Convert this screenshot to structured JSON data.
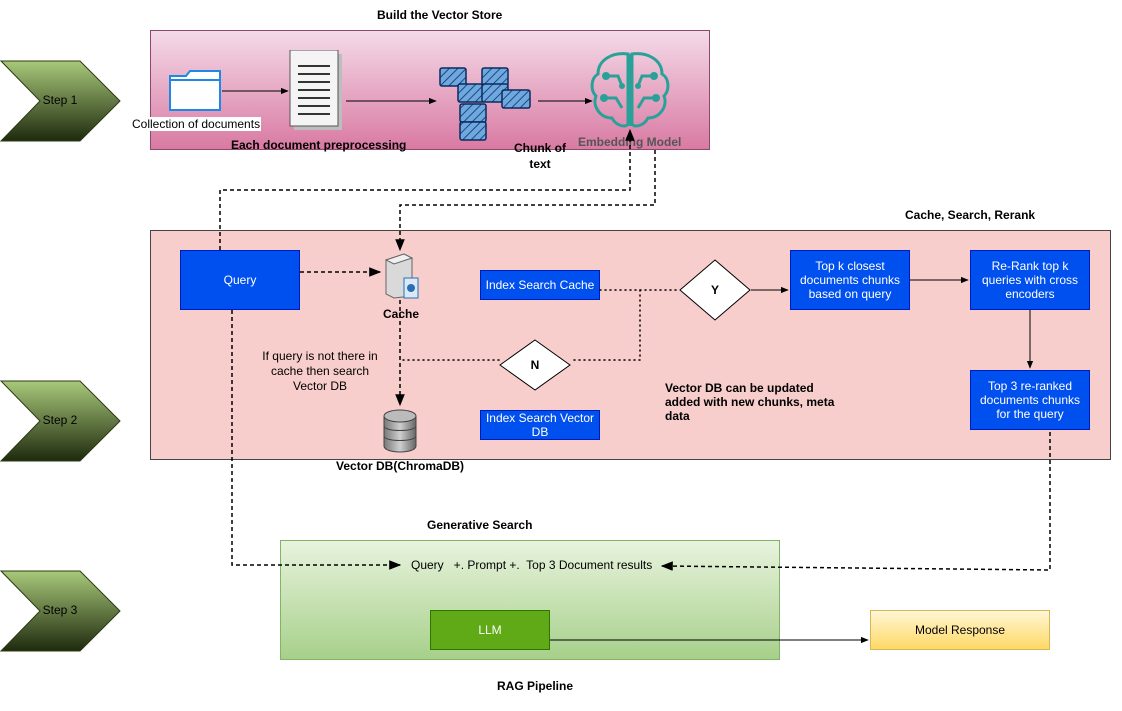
{
  "steps": [
    {
      "label": "Step 1"
    },
    {
      "label": "Step 2"
    },
    {
      "label": "Step 3"
    }
  ],
  "vector_store": {
    "title": "Build the Vector Store",
    "collection_label": "Collection of documents",
    "preprocessing_label": "Each document preprocessing",
    "chunk_label": "Chunk of text",
    "embedding_label": "Embedding Model"
  },
  "search": {
    "title": "Cache, Search, Rerank",
    "query": "Query",
    "cache": "Cache",
    "cache_note": "If query is not there in cache then search Vector DB",
    "vector_db": "Vector DB(ChromaDB)",
    "index_cache": "Index Search Cache",
    "index_vector": "Index Search Vector DB",
    "decision_yes": "Y",
    "decision_no": "N",
    "top_k": "Top k closest documents chunks based on query",
    "rerank": "Re-Rank top k queries with cross encoders",
    "top3": "Top 3 re-ranked documents chunks for the query",
    "db_update_note": "Vector DB can be updated added with new chunks, meta data"
  },
  "generative": {
    "title": "Generative Search",
    "prompt_text": "Query   +. Prompt +.  Top 3 Document results",
    "llm": "LLM",
    "response": "Model Response",
    "pipeline_title": "RAG Pipeline"
  },
  "colors": {
    "step_dark": "#1f2a0e",
    "step_light": "#a8c97a",
    "blue": "#0050ef",
    "llm_green": "#60a917",
    "search_panel": "#f8cecc",
    "embedding_teal": "#2aa198"
  }
}
